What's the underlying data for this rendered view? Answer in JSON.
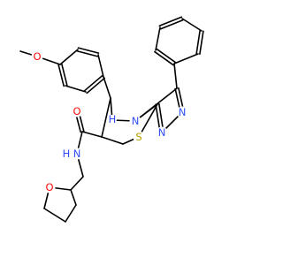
{
  "molecule": {
    "colors": {
      "carbon_bond": "#000000",
      "O": "#ff0d0d",
      "N": "#3050f8",
      "S": "#b8a000",
      "background": "#ffffff"
    },
    "atoms": [
      {
        "id": "o_methoxy",
        "label": "O",
        "element": "O"
      },
      {
        "id": "nh_ring",
        "label": "H",
        "element": "N"
      },
      {
        "id": "n_ring",
        "label": "N",
        "element": "N"
      },
      {
        "id": "n_triazole_a",
        "label": "N",
        "element": "N"
      },
      {
        "id": "n_triazole_b",
        "label": "N",
        "element": "N"
      },
      {
        "id": "s_ring",
        "label": "S",
        "element": "S"
      },
      {
        "id": "o_carbonyl",
        "label": "O",
        "element": "O"
      },
      {
        "id": "n_amide",
        "label": "N",
        "element": "N"
      },
      {
        "id": "nh_amide",
        "label": "H",
        "element": "N"
      },
      {
        "id": "o_thf",
        "label": "O",
        "element": "O"
      }
    ]
  }
}
